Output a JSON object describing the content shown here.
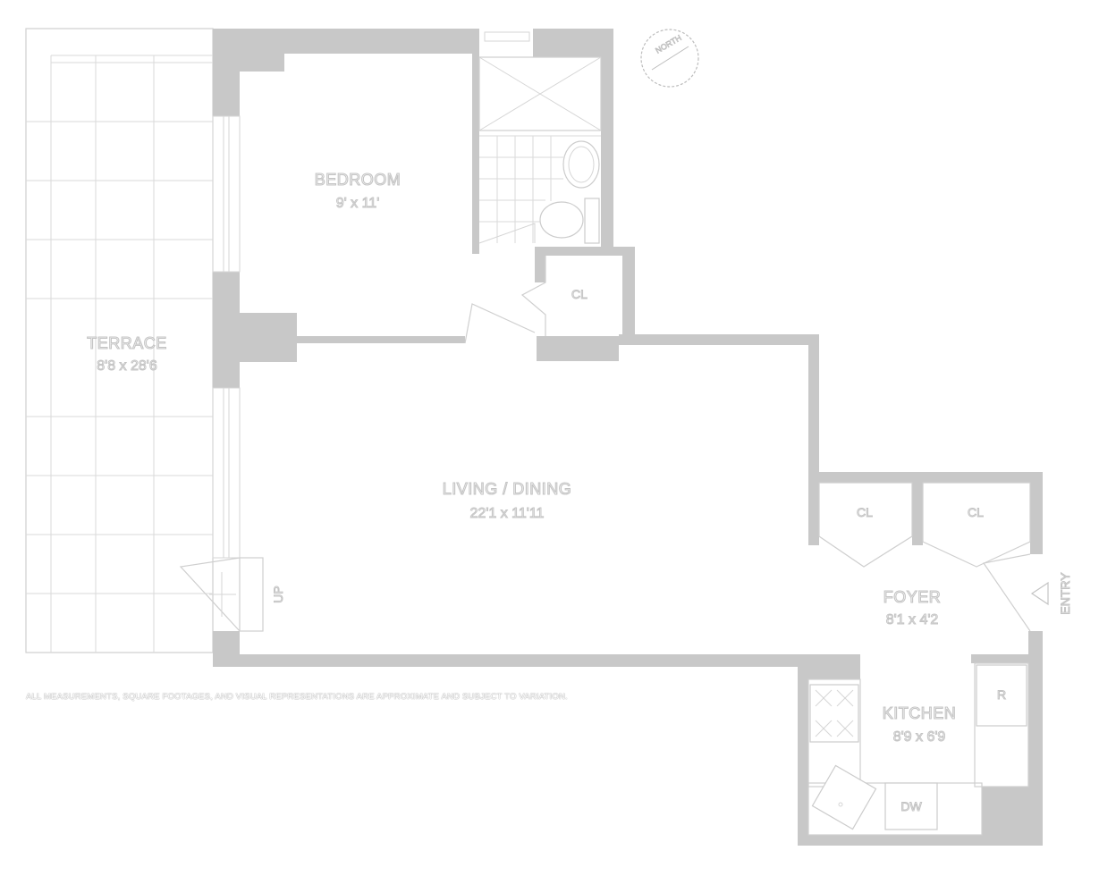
{
  "rooms": {
    "terrace": {
      "name": "TERRACE",
      "dims": "8'8 x 28'6"
    },
    "bedroom": {
      "name": "BEDROOM",
      "dims": "9' x 11'"
    },
    "living": {
      "name": "LIVING / DINING",
      "dims": "22'1 x 11'11"
    },
    "foyer": {
      "name": "FOYER",
      "dims": "8'1 x 4'2"
    },
    "kitchen": {
      "name": "KITCHEN",
      "dims": "8'9 x 6'9"
    }
  },
  "closets": {
    "bedroom_closet": "CL",
    "foyer_closet_left": "CL",
    "foyer_closet_right": "CL"
  },
  "appliances": {
    "refrigerator": "R",
    "dishwasher": "DW"
  },
  "labels": {
    "stairs": "UP",
    "entry": "ENTRY",
    "compass": "NORTH"
  },
  "disclaimer": "ALL MEASUREMENTS, SQUARE FOOTAGES, AND VISUAL REPRESENTATIONS ARE APPROXIMATE AND SUBJECT TO VARIATION.",
  "colors": {
    "wall": "#c8c8c8",
    "line": "#cfcfcf",
    "label_outline": "#c4c4c4"
  }
}
